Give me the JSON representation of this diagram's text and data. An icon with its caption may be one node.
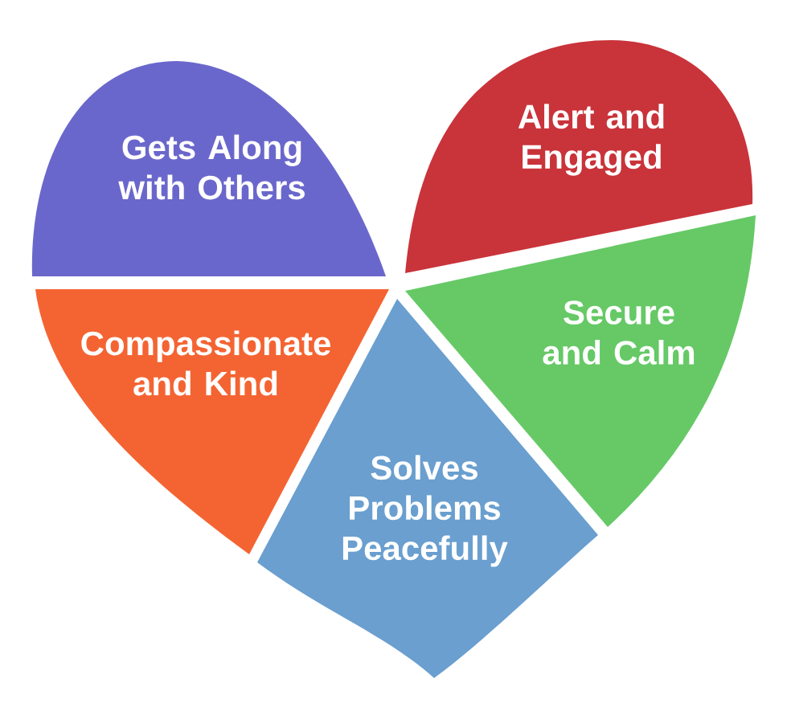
{
  "diagram": {
    "nodes": [
      {
        "text": [
          "Gets Along with Others"
        ]
      },
      {
        "text": [
          "Alert and Engaged"
        ]
      },
      {
        "text": [
          "Compassionate and Kind"
        ]
      },
      {
        "text": [
          "Secure and Calm"
        ]
      },
      {
        "text": [
          "Solves Problems Peacefully"
        ]
      }
    ]
  }
}
